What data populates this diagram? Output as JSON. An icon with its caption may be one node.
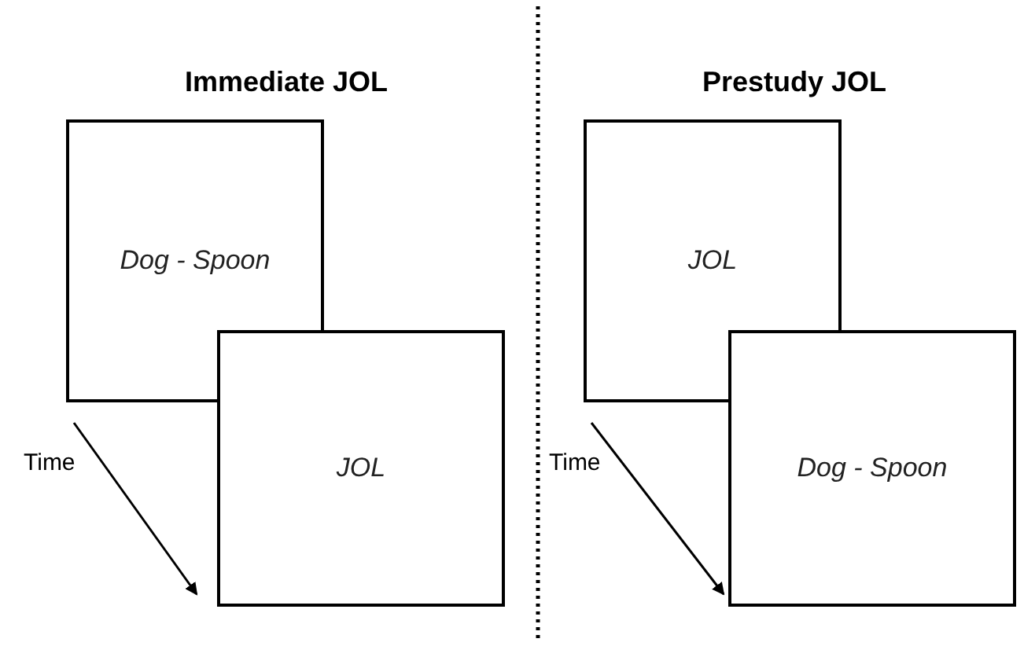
{
  "diagram": {
    "nodes": [
      {
        "text": [
          "Dog - Spoon"
        ]
      },
      {
        "text": [
          "JOL"
        ]
      },
      {
        "text": [
          "JOL"
        ]
      },
      {
        "text": [
          "Dog - Spoon"
        ]
      }
    ],
    "labels": [
      "Immediate JOL",
      "Prestudy JOL",
      "Time",
      "Time"
    ]
  }
}
